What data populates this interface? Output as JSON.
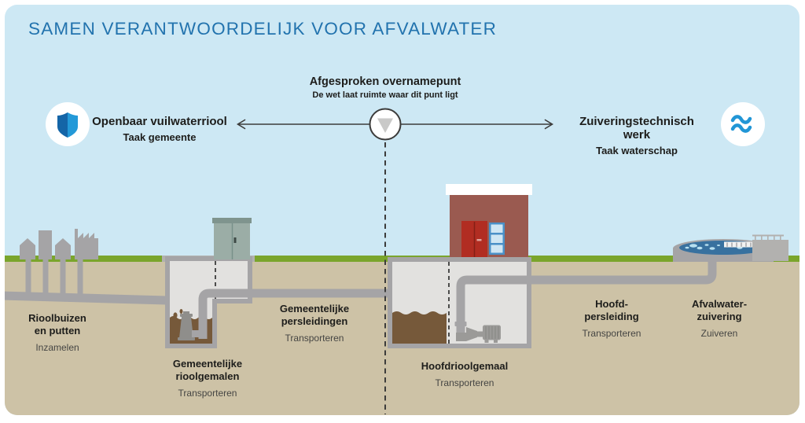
{
  "title": "SAMEN VERANTWOORDELIJK VOOR AFVALWATER",
  "handover": {
    "heading": "Afgesproken overnamepunt",
    "subheading": "De wet laat ruimte waar dit punt ligt"
  },
  "zones": {
    "left": {
      "heading": "Openbaar vuilwaterriool",
      "task": "Taak gemeente",
      "icon": "shield-icon"
    },
    "right": {
      "heading": "Zuiveringstechnisch werk",
      "task": "Taak waterschap",
      "icon": "waves-icon"
    }
  },
  "stages": [
    {
      "label": "Rioolbuizen\nen putten",
      "task": "Inzamelen"
    },
    {
      "label": "Gemeentelijke\nrioolgemalen",
      "task": "Transporteren"
    },
    {
      "label": "Gemeentelijke\npersleidingen",
      "task": "Transporteren"
    },
    {
      "label": "Hoofdrioolgemaal",
      "task": "Transporteren"
    },
    {
      "label": "Hoofd-\npersleiding",
      "task": "Transporteren"
    },
    {
      "label": "Afvalwater-\nzuivering",
      "task": "Zuiveren"
    }
  ],
  "colors": {
    "title_blue": "#2273ae",
    "sky": "#cde8f4",
    "grass": "#7aa52c",
    "ground": "#cdc2a6",
    "pipe_gray": "#a5a4a6",
    "basin_fill": "#e2e1df",
    "sewage_brown": "#76593a",
    "brick_red": "#9a5a50",
    "door_red": "#b12d22",
    "window_blue": "#4a90c7",
    "cabinet_green": "#9bada6",
    "water_blue": "#38719f",
    "shield_dark": "#1465a7",
    "shield_light": "#2399d8",
    "wave_blue": "#2196d6",
    "line_dark": "#3c3c3b"
  }
}
